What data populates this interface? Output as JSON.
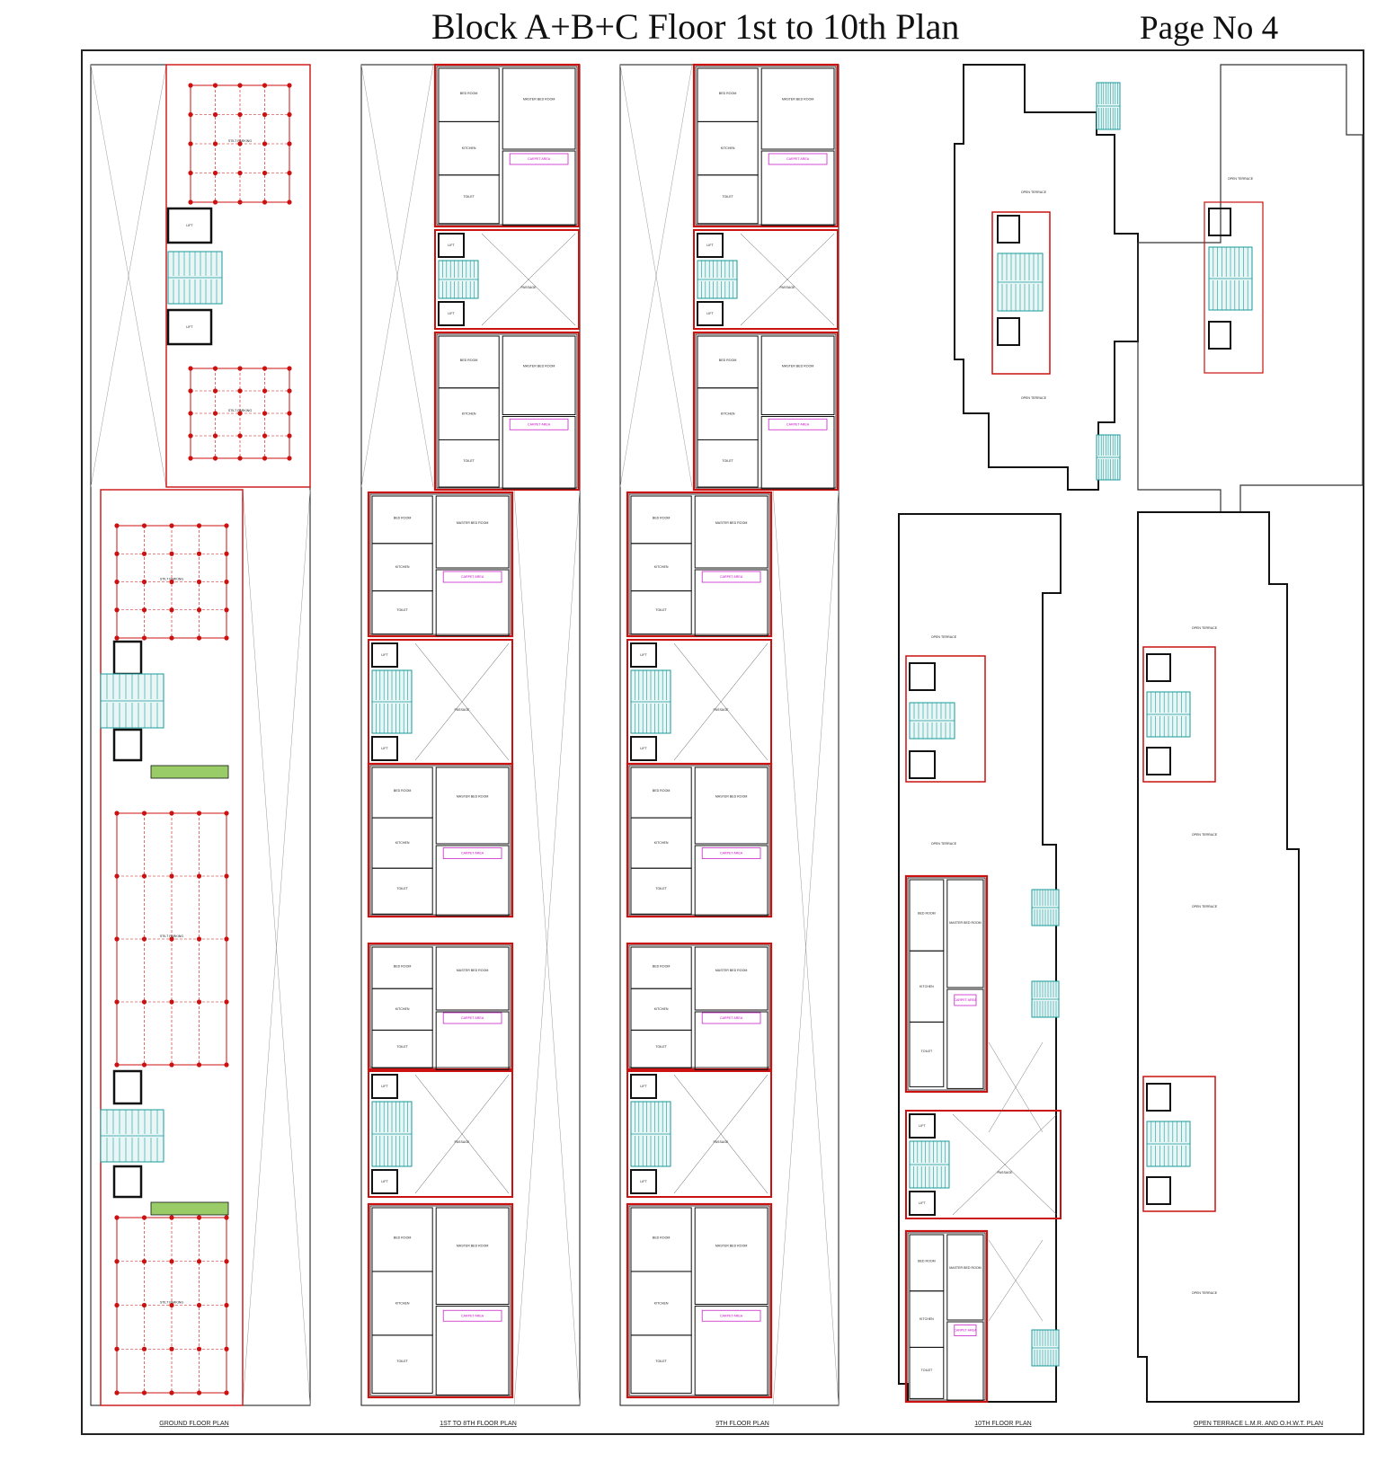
{
  "header": {
    "title": "Block A+B+C Floor 1st to 10th Plan",
    "page_number": "Page No 4"
  },
  "plans": [
    {
      "id": "ground",
      "caption": "GROUND FLOOR PLAN"
    },
    {
      "id": "typical",
      "caption": "1ST TO 8TH FLOOR PLAN"
    },
    {
      "id": "ninth",
      "caption": "9TH FLOOR PLAN"
    },
    {
      "id": "tenth",
      "caption": "10TH FLOOR PLAN"
    },
    {
      "id": "terrace",
      "caption": "OPEN TERRACE L.M.R. AND O.H.W.T. PLAN"
    }
  ],
  "room_labels": {
    "bedroom": "BED ROOM",
    "master_bedroom": "MASTER BED ROOM",
    "kitchen": "KITCHEN",
    "toilet": "TOILET",
    "lift": "LIFT",
    "passage": "PASSAGE",
    "terrace": "OPEN TERRACE",
    "stair": "STAIR",
    "carpet_area": "CARPET AREA",
    "parking": "STILT PARKING"
  },
  "colors": {
    "wall": "#111111",
    "red_outline": "#cc1111",
    "stair": "#1a9a9a",
    "magenta": "#cc22cc",
    "green": "#99cc66"
  }
}
